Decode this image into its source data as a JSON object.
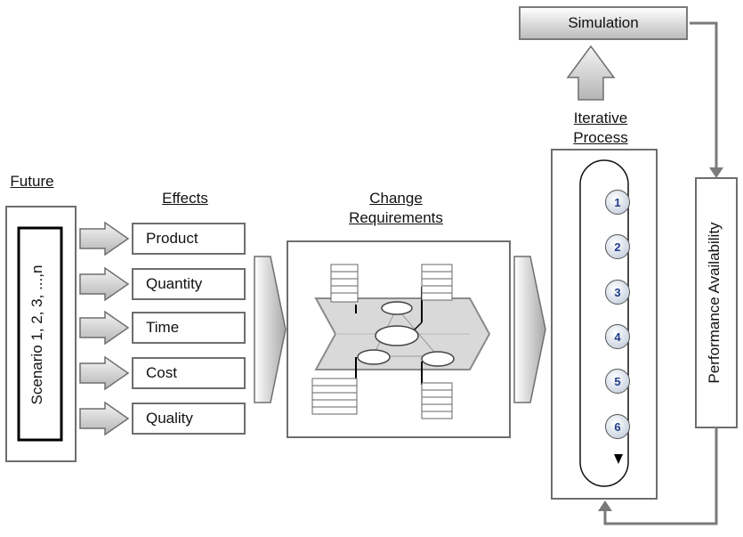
{
  "headings": {
    "future": "Future",
    "effects": "Effects",
    "change_line1": "Change",
    "change_line2": "Requirements",
    "iterative_line1": "Iterative",
    "iterative_line2": "Process"
  },
  "scenario_label": "Scenario 1, 2, 3, ...,n",
  "effects": [
    "Product",
    "Quantity",
    "Time",
    "Cost",
    "Quality"
  ],
  "simulation_label": "Simulation",
  "performance_label": "Performance Availability",
  "steps": [
    "1",
    "2",
    "3",
    "4",
    "5",
    "6"
  ]
}
